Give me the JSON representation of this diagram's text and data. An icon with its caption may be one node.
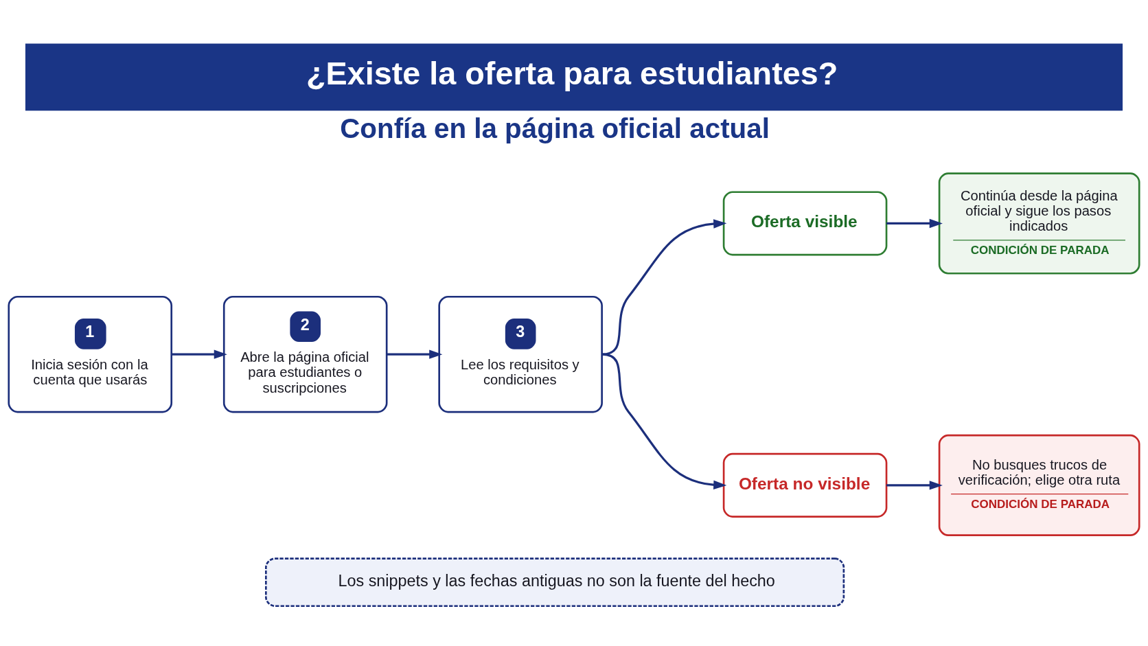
{
  "diagram": {
    "title": "¿Existe la oferta para estudiantes?",
    "nodes": [
      {
        "text": [
          "1",
          "Inicia sesión con la cuenta que usarás"
        ]
      },
      {
        "text": [
          "2",
          "Abre la página oficial para estudiantes o suscripciones"
        ]
      },
      {
        "text": [
          "3",
          "Lee los requisitos y condiciones"
        ]
      },
      {
        "text": [
          "Oferta visible"
        ]
      },
      {
        "text": [
          "Continúa desde la página oficial y sigue los pasos indicados",
          "CONDICIÓN DE PARADA"
        ]
      },
      {
        "text": [
          "Oferta no visible"
        ]
      },
      {
        "text": [
          "No busques trucos de verificación; elige otra ruta",
          "CONDICIÓN DE PARADA"
        ]
      },
      {
        "text": [
          "Los snippets y las fechas antiguas no son la fuente del hecho"
        ]
      }
    ],
    "edges": [
      {
        "from": 0,
        "to": 1,
        "arrow": "to"
      },
      {
        "from": 1,
        "to": 2,
        "arrow": "to"
      },
      {
        "from": 2,
        "to": 3,
        "arrow": "to"
      },
      {
        "from": 2,
        "to": 5,
        "arrow": "to"
      },
      {
        "from": 3,
        "to": 4,
        "arrow": "to"
      },
      {
        "from": 5,
        "to": 6,
        "arrow": "to"
      }
    ],
    "labels": [
      "Confía en la página oficial actual"
    ]
  }
}
